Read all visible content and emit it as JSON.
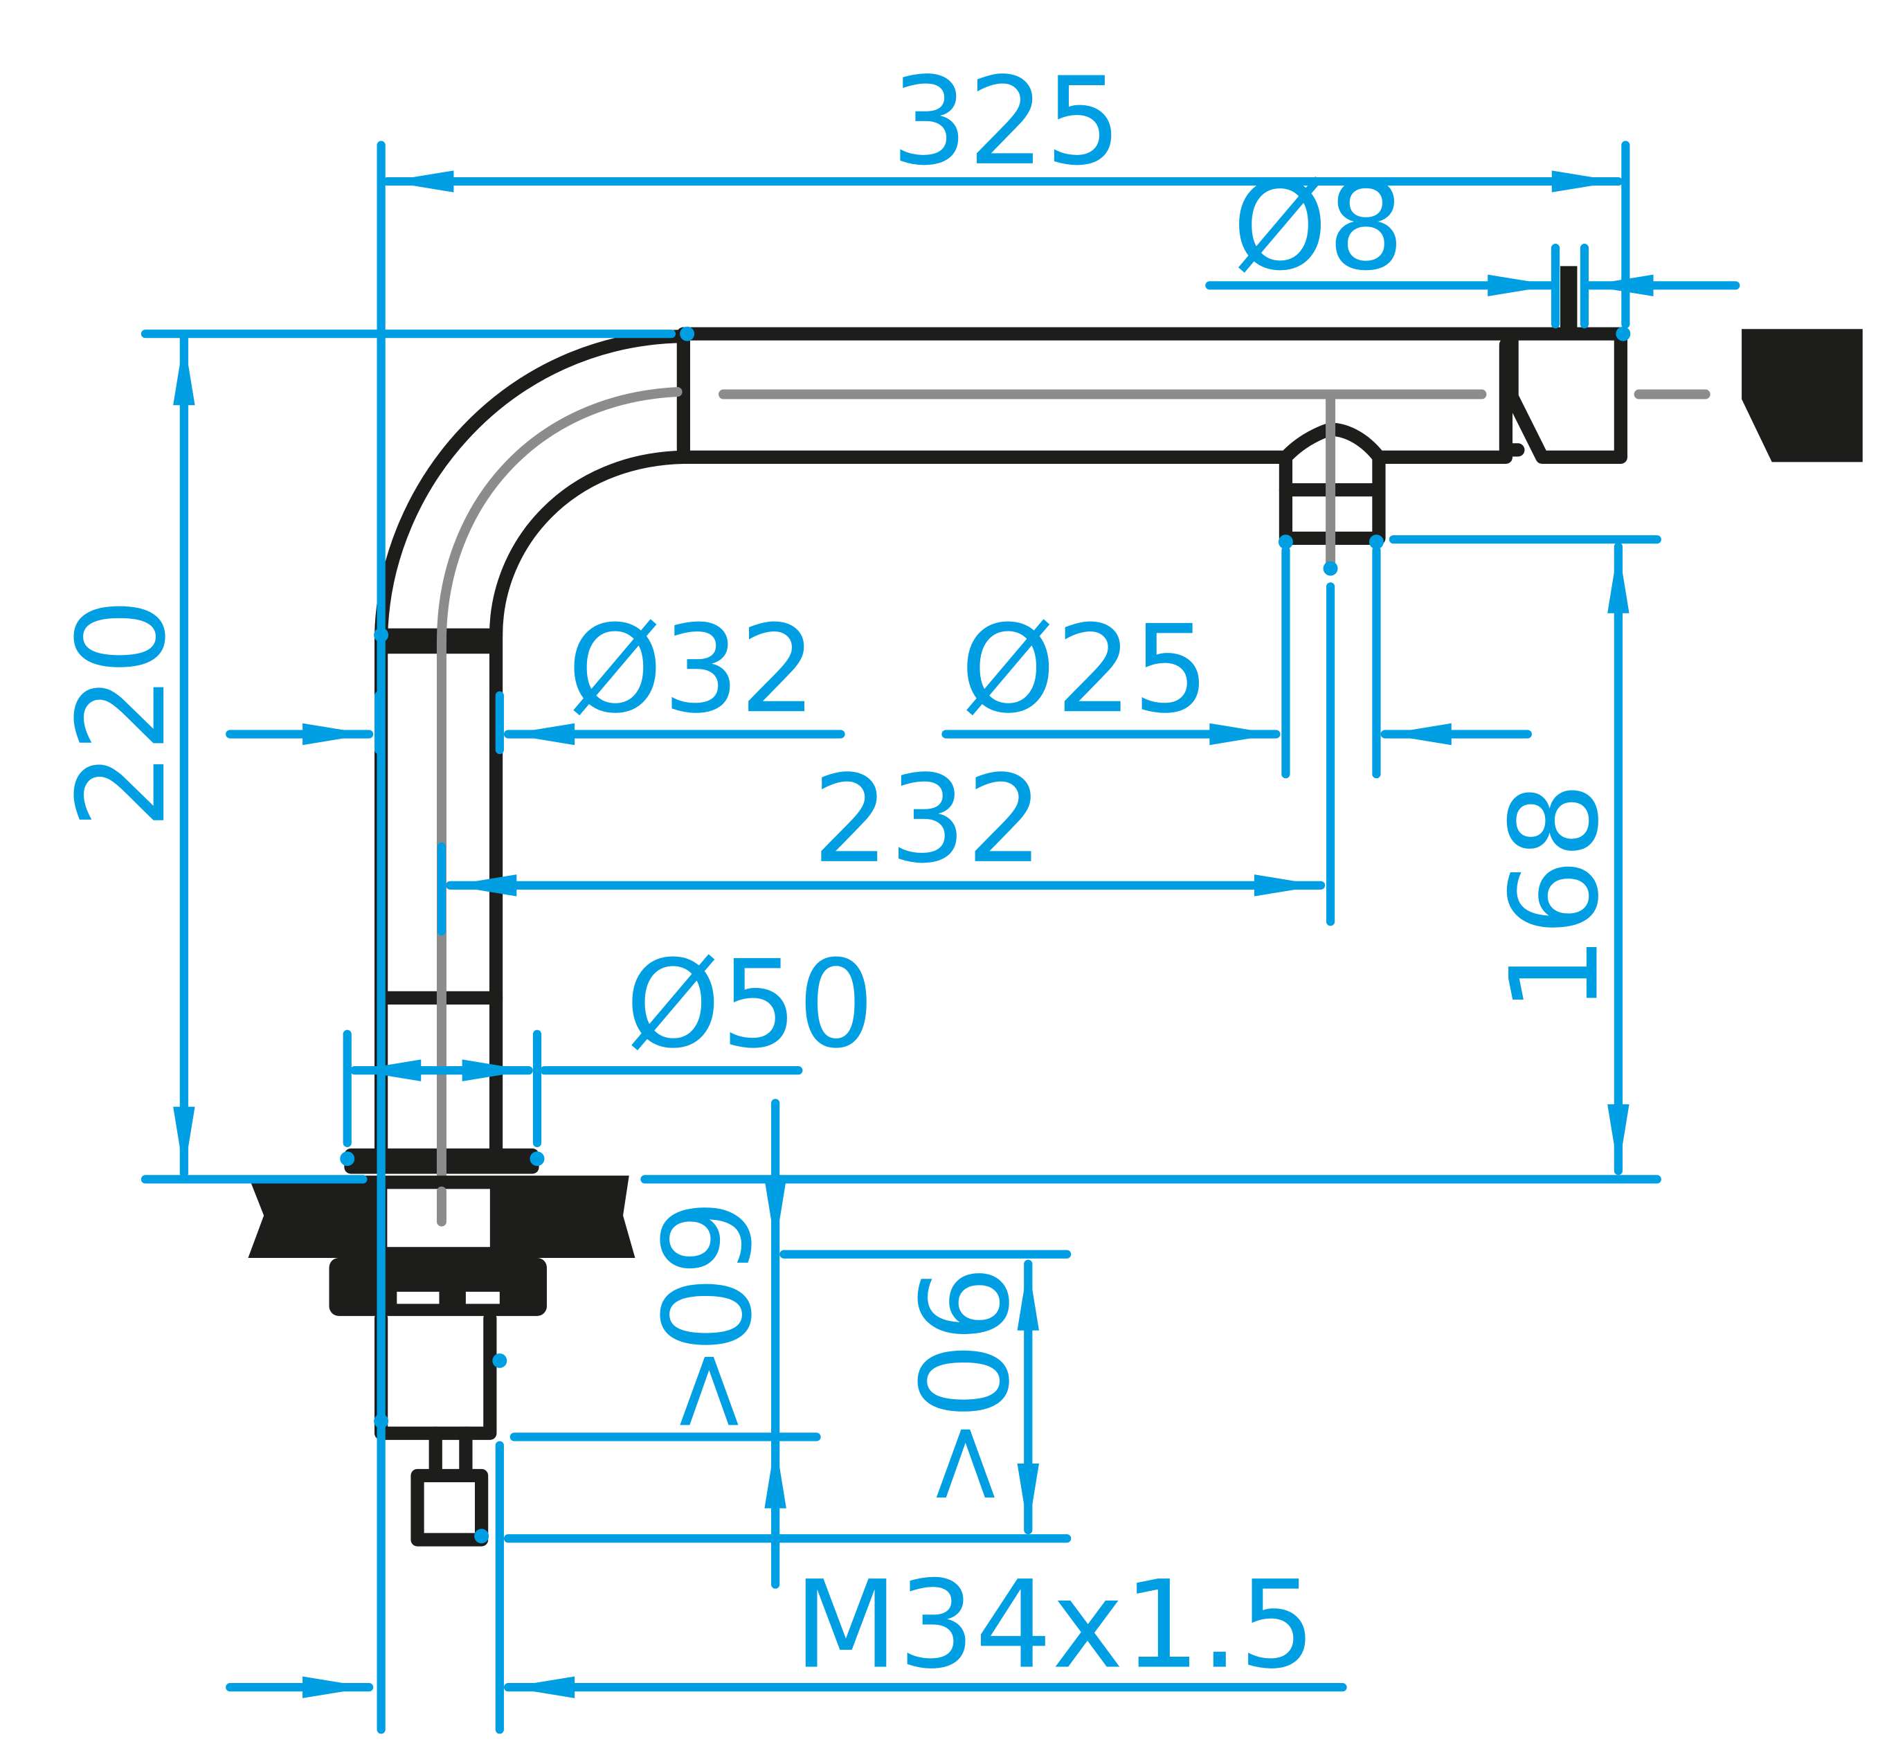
{
  "drawing": {
    "title": "Faucet dimension drawing",
    "colors": {
      "dimension": "#009fe3",
      "outline": "#1d1d1b",
      "axis": "#8c8c8c",
      "background": "#ffffff"
    },
    "dimensions": {
      "overall_width": "325",
      "outlet_diameter": "Ø8",
      "height_total": "220",
      "spout_diameter": "Ø32",
      "nozzle_diameter": "Ø25",
      "reach": "232",
      "outlet_height": "168",
      "base_diameter": "Ø50",
      "deck_thickness_a": "60",
      "deck_thickness_a_mark": "<",
      "deck_thickness_b": "90",
      "deck_thickness_b_mark": "<",
      "thread": "M34x1.5"
    }
  }
}
